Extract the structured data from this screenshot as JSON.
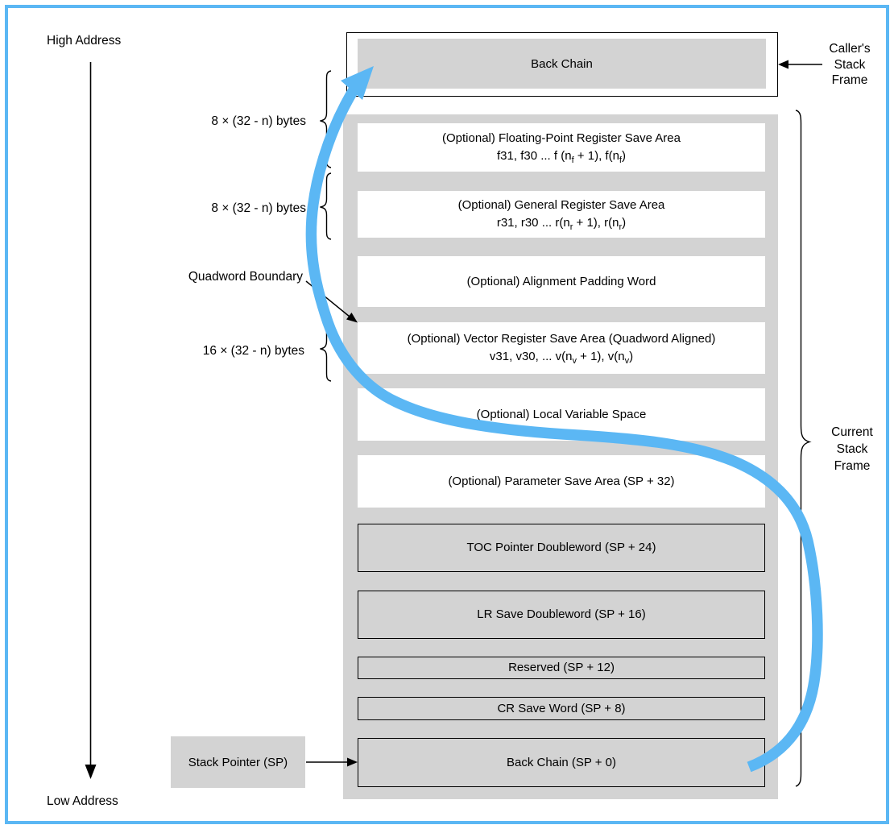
{
  "colors": {
    "accent_blue": "#5bb7f4",
    "box_gray": "#d3d3d3",
    "line_black": "#000000"
  },
  "side_labels": {
    "high_address": "High Address",
    "low_address": "Low Address",
    "fp_bytes": "8 × (32 - n) bytes",
    "gr_bytes": "8 × (32 - n) bytes",
    "quadword_boundary": "Quadword Boundary",
    "vr_bytes": "16 × (32 - n) bytes",
    "stack_pointer": "Stack Pointer (SP)",
    "callers_frame_lines": [
      "Caller's",
      "Stack",
      "Frame"
    ],
    "current_frame_lines": [
      "Current",
      "Stack",
      "Frame"
    ]
  },
  "caller_frame": {
    "back_chain": "Back Chain"
  },
  "frame_rows": [
    {
      "style": "optional",
      "lines": [
        [
          {
            "t": "(Optional) Floating-Point Register Save Area"
          }
        ],
        [
          {
            "t": "f31, f30 ... f (n"
          },
          {
            "sub": "f"
          },
          {
            "t": " + 1), f(n"
          },
          {
            "sub": "f"
          },
          {
            "t": ")"
          }
        ]
      ]
    },
    {
      "style": "optional",
      "lines": [
        [
          {
            "t": "(Optional) General Register Save Area"
          }
        ],
        [
          {
            "t": "r31, r30 ... r(n"
          },
          {
            "sub": "r"
          },
          {
            "t": " + 1), r(n"
          },
          {
            "sub": "r"
          },
          {
            "t": ")"
          }
        ]
      ]
    },
    {
      "style": "optional",
      "lines": [
        [
          {
            "t": "(Optional) Alignment Padding Word"
          }
        ]
      ]
    },
    {
      "style": "optional",
      "lines": [
        [
          {
            "t": "(Optional) Vector Register Save Area (Quadword Aligned)"
          }
        ],
        [
          {
            "t": "v31, v30, ... v(n"
          },
          {
            "sub": "v"
          },
          {
            "t": " + 1), v(n"
          },
          {
            "sub": "v"
          },
          {
            "t": ")"
          }
        ]
      ]
    },
    {
      "style": "optional",
      "lines": [
        [
          {
            "t": "(Optional) Local Variable Space"
          }
        ]
      ]
    },
    {
      "style": "optional",
      "lines": [
        [
          {
            "t": "(Optional) Parameter Save Area (SP + 32)"
          }
        ]
      ]
    },
    {
      "style": "required",
      "lines": [
        [
          {
            "t": "TOC Pointer Doubleword (SP + 24)"
          }
        ]
      ]
    },
    {
      "style": "required",
      "lines": [
        [
          {
            "t": "LR Save Doubleword (SP + 16)"
          }
        ]
      ]
    },
    {
      "style": "required",
      "lines": [
        [
          {
            "t": "Reserved (SP + 12)"
          }
        ]
      ]
    },
    {
      "style": "required",
      "lines": [
        [
          {
            "t": "CR Save Word (SP + 8)"
          }
        ]
      ]
    },
    {
      "style": "required",
      "lines": [
        [
          {
            "t": "Back Chain (SP + 0)"
          }
        ]
      ]
    }
  ]
}
